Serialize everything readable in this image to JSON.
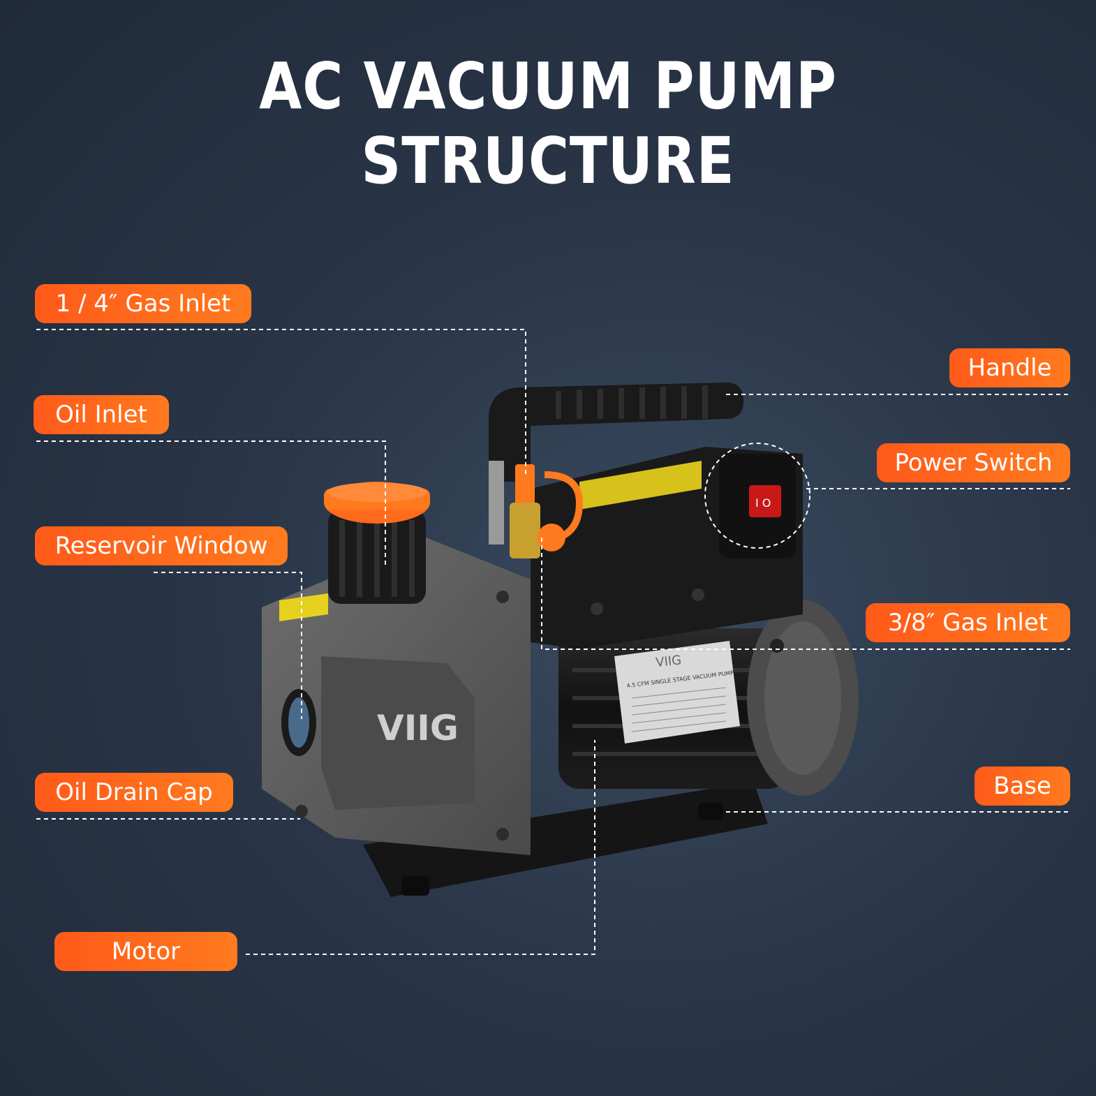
{
  "title": "AC VACUUM PUMP STRUCTURE",
  "labels": {
    "gas_inlet_quarter": "1 / 4″ Gas Inlet",
    "oil_inlet": "Oil Inlet",
    "reservoir_window": "Reservoir Window",
    "oil_drain_cap": "Oil Drain Cap",
    "motor": "Motor",
    "handle": "Handle",
    "power_switch": "Power Switch",
    "gas_inlet_three_eighths": "3/8″ Gas Inlet",
    "base": "Base"
  },
  "product": {
    "brand": "VIIG",
    "nameplate_title": "4.5 CFM SINGLE STAGE VACUUM PUMP"
  },
  "colors": {
    "callout": "#ff6a1c",
    "background": "#2a3648",
    "leader": "#ffffff"
  }
}
